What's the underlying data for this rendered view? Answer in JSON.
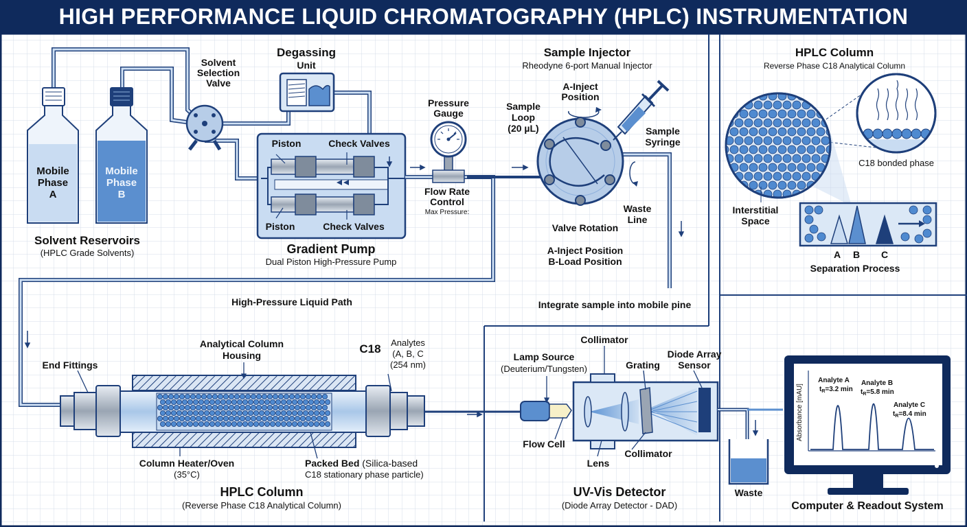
{
  "title": "HIGH PERFORMANCE LIQUID CHROMATOGRAPHY (HPLC) INSTRUMENTATION",
  "reservoirs": {
    "bottle_a": [
      "Mobile",
      "Phase",
      "A"
    ],
    "bottle_b": [
      "Mobile",
      "Phase",
      "B"
    ],
    "title": "Solvent Reservoirs",
    "subtitle": "(HPLC Grade Solvents)"
  },
  "solvent_valve": [
    "Solvent",
    "Selection",
    "Valve"
  ],
  "degasser": {
    "title": "Degassing",
    "subtitle": "Unit"
  },
  "pump": {
    "piston_top": "Piston",
    "check_top": "Check Valves",
    "piston_bottom": "Piston",
    "check_bottom": "Check Valves",
    "title": "Gradient Pump",
    "subtitle": "Dual Piston High-Pressure Pump"
  },
  "gauge": {
    "title": [
      "Pressure",
      "Gauge"
    ],
    "flow": [
      "Flow Rate",
      "Control"
    ],
    "max": "Max Pressure:"
  },
  "injector": {
    "title": "Sample Injector",
    "subtitle": "Rheodyne 6-port Manual Injector",
    "a_inject": [
      "A-Inject",
      "Position"
    ],
    "sample_loop": [
      "Sample",
      "Loop",
      "(20 µL)"
    ],
    "syringe": [
      "Sample",
      "Syringe"
    ],
    "waste_line": [
      "Waste",
      "Line"
    ],
    "valve_rotation": "Valve Rotation",
    "positions": [
      "A-Inject Position",
      "B-Load Position"
    ],
    "integrate": "Integrate sample into mobile pine"
  },
  "column_inset": {
    "title": "HPLC Column",
    "subtitle": "Reverse Phase C18 Analytical Column",
    "c18": "C18 bonded phase",
    "interstitial": [
      "Interstitial",
      "Space"
    ],
    "peaks": [
      "A",
      "B",
      "C"
    ],
    "separation": "Separation Process"
  },
  "path_label": "High-Pressure Liquid Path",
  "column": {
    "end_fittings": "End Fittings",
    "housing": [
      "Analytical Column",
      "Housing"
    ],
    "c18": "C18",
    "analytes": [
      "Analytes",
      "(A, B, C",
      "(254 nm)"
    ],
    "heater": [
      "Column Heater/Oven",
      "(35°C)"
    ],
    "packed_bold": "Packed Bed",
    "packed_rest": " (Silica-based",
    "packed_line2": "C18 stationary phase particle)",
    "title": "HPLC Column",
    "subtitle": "(Reverse Phase C18 Analytical Column)"
  },
  "detector": {
    "collimator_top": "Collimator",
    "lamp": [
      "Lamp Source",
      "(Deuterium/Tungsten)"
    ],
    "grating": "Grating",
    "sensor": [
      "Diode Array",
      "Sensor"
    ],
    "flow_cell": "Flow Cell",
    "lens": "Lens",
    "collimator_bottom": "Collimator",
    "title": "UV-Vis Detector",
    "subtitle": "(Diode Array Detector - DAD)"
  },
  "waste": "Waste",
  "computer": {
    "title": "Computer & Readout System",
    "ylabel": "Absorbance [mAU]",
    "peaks": [
      {
        "name": "Analyte A",
        "rt": "=3.2 min"
      },
      {
        "name": "Analyte B",
        "rt": "=5.8 min"
      },
      {
        "name": "Analyte C",
        "rt": "=8.4 min"
      }
    ]
  },
  "colors": {
    "navy": "#0f2a5c",
    "line": "#1e3f7a",
    "fill_light": "#c9dcf2",
    "fill_mid": "#5b8fcf",
    "bead": "#4f8ad0",
    "grid": "#d4dde8"
  }
}
